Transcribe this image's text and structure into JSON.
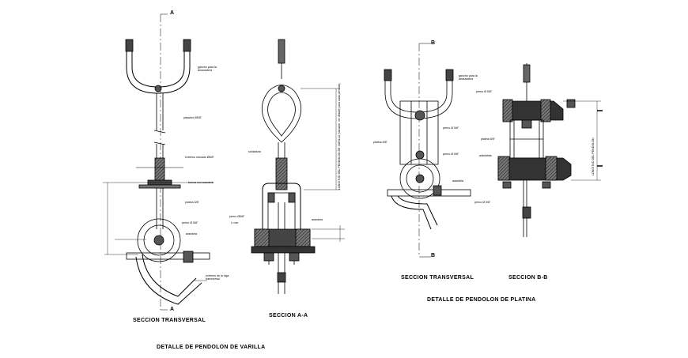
{
  "section_marks": {
    "a_top": "A",
    "a_bottom": "A",
    "b_top": "B",
    "b_bottom": "B"
  },
  "varilla": {
    "labels": {
      "gancho": "gancho para la abrazadera",
      "pasador": "pasador Ø5/8\"",
      "extremo_roscado": "extremo roscado Ø5/8\"",
      "tuerca": "tuerca con arandela",
      "platina": "platina 5/8\"",
      "perno": "perno Ø 5/8\"",
      "arandela": "arandela",
      "extremo_viga": "extremo de la viga transversal",
      "soldadura": "soldadura",
      "longitud_vertical": "LONGITUD DEL PENDOLON DE VARILLA (Variable, ver detalle para cada péndola)",
      "perno_b": "perno Ø5/8\"",
      "l_var": "L=var",
      "arandela_b": "arandela"
    },
    "caption_left": "SECCION TRANSVERSAL",
    "caption_right": "SECCION A-A",
    "title": "DETALLE DE PENDOLON DE VARILLA"
  },
  "platina": {
    "labels": {
      "gancho": "gancho para la abrazadera",
      "perno_1": "perno Ø 5/8\"",
      "perno_2": "perno Ø 5/8\"",
      "perno_3": "perno Ø 5/8\"",
      "perno_4": "perno Ø 5/8\"",
      "platina_1": "platina 5/8\"",
      "platina_2": "platina 5/8\"",
      "arandela_1": "arandela",
      "arandela_2": "arandelas",
      "longitud_vertical": "LONGITUD DEL PENDOLON"
    },
    "caption_left": "SECCION TRANSVERSAL",
    "caption_right": "SECCION B-B",
    "title": "DETALLE DE PENDOLON DE PLATINA"
  },
  "colors": {
    "line": "#000000",
    "fill": "#555555",
    "hatch": "#222222",
    "background": "#ffffff"
  }
}
